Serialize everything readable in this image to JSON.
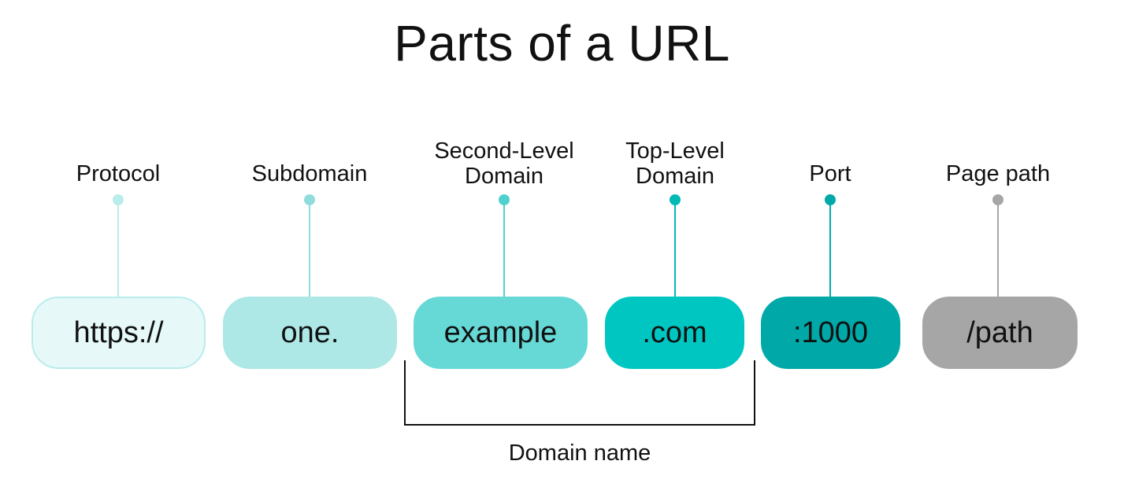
{
  "title": "Parts of a URL",
  "parts": [
    {
      "key": "protocol",
      "label_lines": [
        "Protocol"
      ],
      "value": "https://",
      "fill": "#e6f8f8",
      "border": "#b9ecec",
      "stem": "#b9ecec"
    },
    {
      "key": "subdomain",
      "label_lines": [
        "Subdomain"
      ],
      "value": "one.",
      "fill": "#ade8e6",
      "border": "#ade8e6",
      "stem": "#8fdcdb"
    },
    {
      "key": "second-level-domain",
      "label_lines": [
        "Second-Level",
        "Domain"
      ],
      "value": "example",
      "fill": "#66d9d6",
      "border": "#66d9d6",
      "stem": "#4fd2cf"
    },
    {
      "key": "top-level-domain",
      "label_lines": [
        "Top-Level",
        "Domain"
      ],
      "value": ".com",
      "fill": "#00c6c2",
      "border": "#00c6c2",
      "stem": "#00bab6"
    },
    {
      "key": "port",
      "label_lines": [
        "Port"
      ],
      "value": ":1000",
      "fill": "#00a9a8",
      "border": "#00a9a8",
      "stem": "#00a9a8"
    },
    {
      "key": "page-path",
      "label_lines": [
        "Page path"
      ],
      "value": "/path",
      "fill": "#a6a6a6",
      "border": "#a6a6a6",
      "stem": "#a6a6a6"
    }
  ],
  "domain_bracket_label": "Domain name"
}
